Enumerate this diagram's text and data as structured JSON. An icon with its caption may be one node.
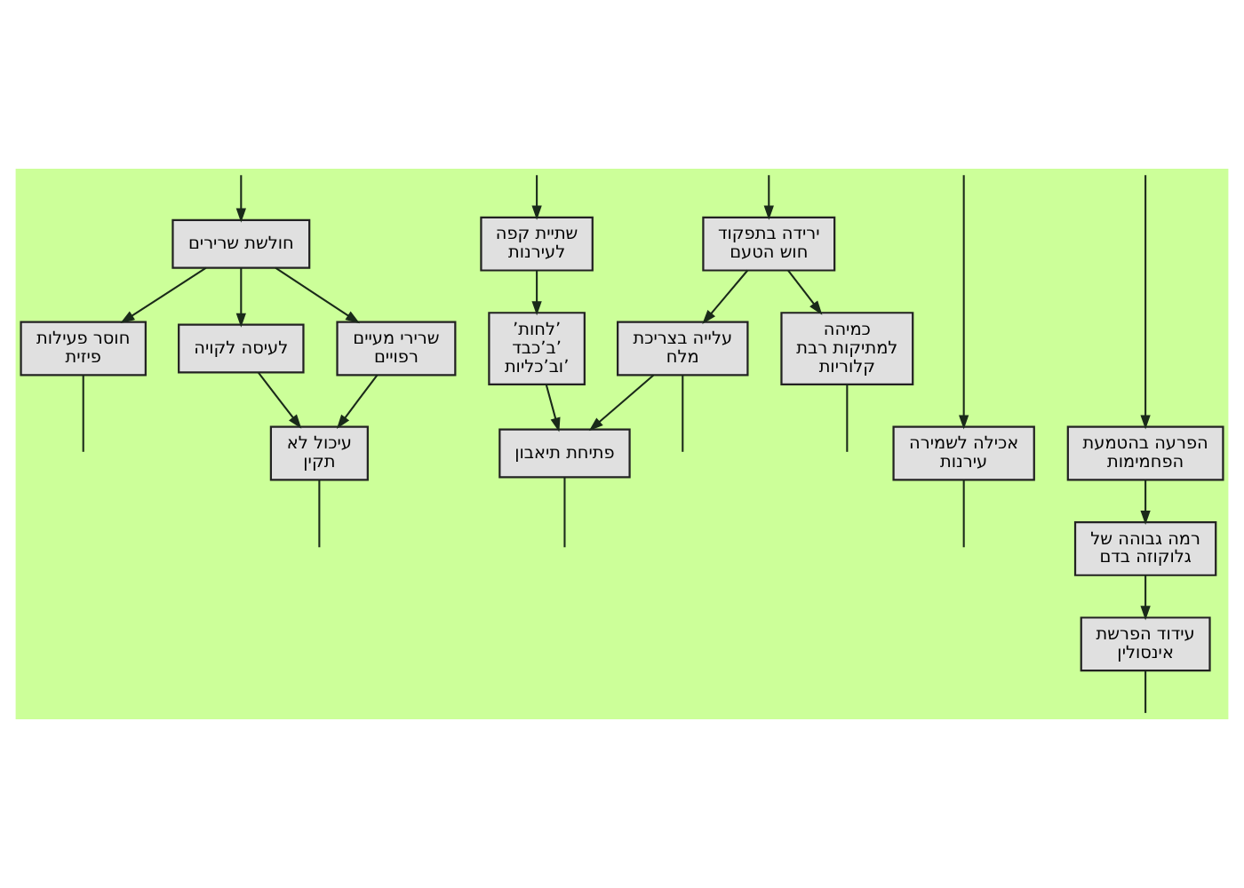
{
  "diagram": {
    "nodes": [
      {
        "text": [
          "חולשת שרירים"
        ]
      },
      {
        "text": [
          "חוסר פעילות פיזית"
        ]
      },
      {
        "text": [
          "לעיסה לקויה"
        ]
      },
      {
        "text": [
          "שרירי מעיים רפויים"
        ]
      },
      {
        "text": [
          "עיכול לא תקין"
        ]
      },
      {
        "text": [
          "ירידה בתפקוד חוש הטעם"
        ]
      },
      {
        "text": [
          "שתיית קפה לעירנות"
        ]
      },
      {
        "text": [
          "’לחות’ ב’כבד’ וב’כליות’"
        ]
      },
      {
        "text": [
          "אכילה לשמירה עירנות"
        ]
      },
      {
        "text": [
          "הפרעה בהטמעת הפחמימות"
        ]
      },
      {
        "text": [
          "עלייה בצריכת מלח"
        ]
      },
      {
        "text": [
          "רמה גבוהה של גלוקוזה בדם"
        ]
      },
      {
        "text": [
          "כמיהה למתיקות רבת קלוריות"
        ]
      },
      {
        "text": [
          "פתיחת תיאבון"
        ]
      },
      {
        "text": [
          "עידוד הפרשת אינסולין"
        ]
      }
    ],
    "edges": [
      {
        "from": null,
        "to": 0,
        "arrow": "to"
      },
      {
        "from": 0,
        "to": 1,
        "arrow": "to"
      },
      {
        "from": 0,
        "to": 2,
        "arrow": "to"
      },
      {
        "from": 0,
        "to": 3,
        "arrow": "to"
      },
      {
        "from": 2,
        "to": 4,
        "arrow": "to"
      },
      {
        "from": 3,
        "to": 4,
        "arrow": "to"
      },
      {
        "from": null,
        "to": 5,
        "arrow": "to"
      },
      {
        "from": null,
        "to": 6,
        "arrow": "to"
      },
      {
        "from": 6,
        "to": 7,
        "arrow": "to"
      },
      {
        "from": null,
        "to": 8,
        "arrow": "to"
      },
      {
        "from": null,
        "to": 9,
        "arrow": "to"
      },
      {
        "from": 5,
        "to": 10,
        "arrow": "to"
      },
      {
        "from": 9,
        "to": 11,
        "arrow": "to"
      },
      {
        "from": 5,
        "to": 12,
        "arrow": "to"
      },
      {
        "from": 10,
        "to": 13,
        "arrow": "to"
      },
      {
        "from": 7,
        "to": 13,
        "arrow": "to"
      },
      {
        "from": 11,
        "to": 14,
        "arrow": "to"
      },
      {
        "from": 1,
        "to": null,
        "arrow": "none"
      },
      {
        "from": 4,
        "to": null,
        "arrow": "none"
      },
      {
        "from": 8,
        "to": null,
        "arrow": "none"
      },
      {
        "from": 14,
        "to": null,
        "arrow": "none"
      },
      {
        "from": 12,
        "to": null,
        "arrow": "none"
      },
      {
        "from": 10,
        "to": null,
        "arrow": "none"
      },
      {
        "from": 13,
        "to": null,
        "arrow": "none"
      }
    ]
  }
}
